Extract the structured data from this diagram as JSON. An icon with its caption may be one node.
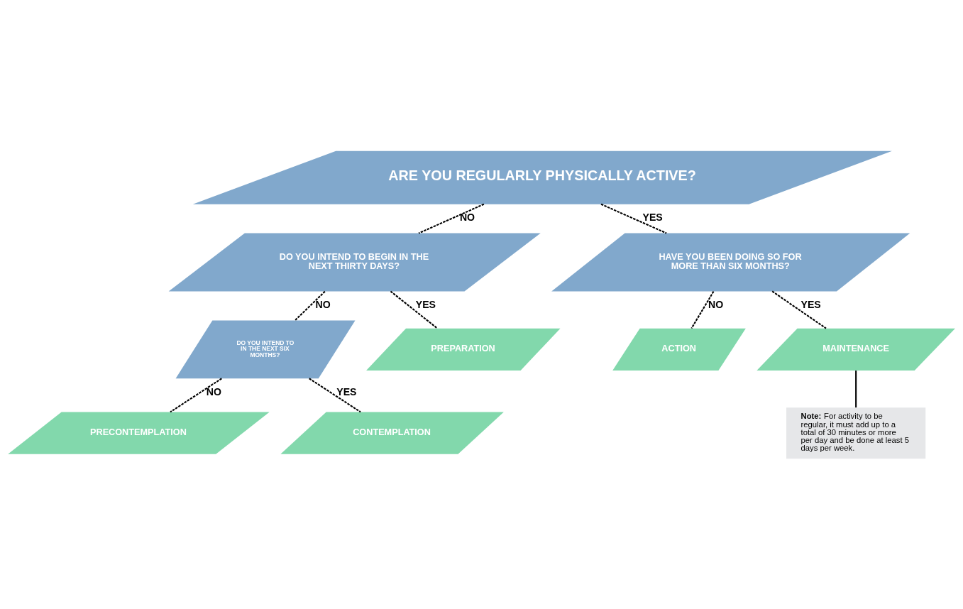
{
  "diagram": {
    "nodes": [
      {
        "text": [
          "ARE YOU REGULARLY PHYSICALLY ACTIVE?"
        ]
      },
      {
        "text": [
          "DO YOU INTEND TO BEGIN IN THE NEXT THIRTY DAYS?"
        ]
      },
      {
        "text": [
          "HAVE YOU BEEN DOING SO FOR MORE THAN SIX MONTHS?"
        ]
      },
      {
        "text": [
          "DO YOU INTEND TO IN THE NEXT SIX MONTHS?"
        ]
      },
      {
        "text": [
          "PREPARATION"
        ]
      },
      {
        "text": [
          "ACTION"
        ]
      },
      {
        "text": [
          "MAINTENANCE"
        ]
      },
      {
        "text": [
          "PRECONTEMPLATION"
        ]
      },
      {
        "text": [
          "CONTEMPLATION"
        ]
      },
      {
        "text": [
          "**Note:** For activity to be regular, it must add up to a total of 30 minutes or more per day and be done at least 5 days per week."
        ]
      }
    ],
    "edges": [
      {
        "from": 0,
        "to": 1,
        "arrow": "none",
        "style": "dashed",
        "label": "NO"
      },
      {
        "from": 0,
        "to": 2,
        "arrow": "none",
        "style": "dashed",
        "label": "YES"
      },
      {
        "from": 1,
        "to": 3,
        "arrow": "none",
        "style": "dashed",
        "label": "NO"
      },
      {
        "from": 1,
        "to": 4,
        "arrow": "none",
        "style": "dashed",
        "label": "YES"
      },
      {
        "from": 2,
        "to": 5,
        "arrow": "none",
        "style": "dashed",
        "label": "NO"
      },
      {
        "from": 2,
        "to": 6,
        "arrow": "none",
        "style": "dashed",
        "label": "YES"
      },
      {
        "from": 3,
        "to": 7,
        "arrow": "none",
        "style": "dashed",
        "label": "NO"
      },
      {
        "from": 3,
        "to": 8,
        "arrow": "none",
        "style": "dashed",
        "label": "YES"
      },
      {
        "from": 6,
        "to": 9,
        "arrow": "none"
      }
    ]
  }
}
